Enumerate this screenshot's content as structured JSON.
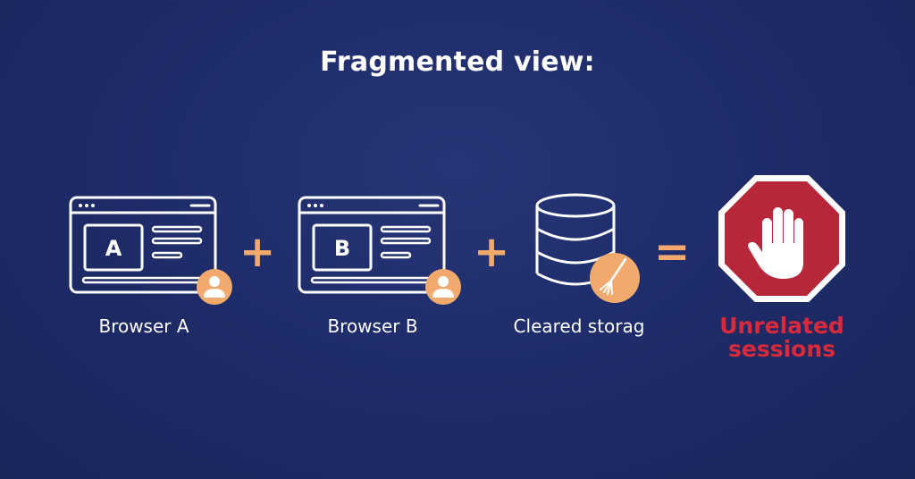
{
  "title": "Fragmented view:",
  "items": [
    {
      "letter": "A",
      "label": "Browser A"
    },
    {
      "letter": "B",
      "label": "Browser B"
    },
    {
      "label": "Cleared storag"
    }
  ],
  "operators": {
    "plus1": "+",
    "plus2": "+",
    "equals": "="
  },
  "result": {
    "label": "Unrelated\nsessions"
  },
  "icons": {
    "browser": "browser-window-icon",
    "user": "user-avatar-icon",
    "database": "database-icon",
    "broom": "broom-icon",
    "stop": "stop-hand-icon"
  },
  "colors": {
    "background": "#1f2c6a",
    "accent": "#f1a96e",
    "stop": "#b7273a",
    "result_text": "#d92a3c"
  }
}
